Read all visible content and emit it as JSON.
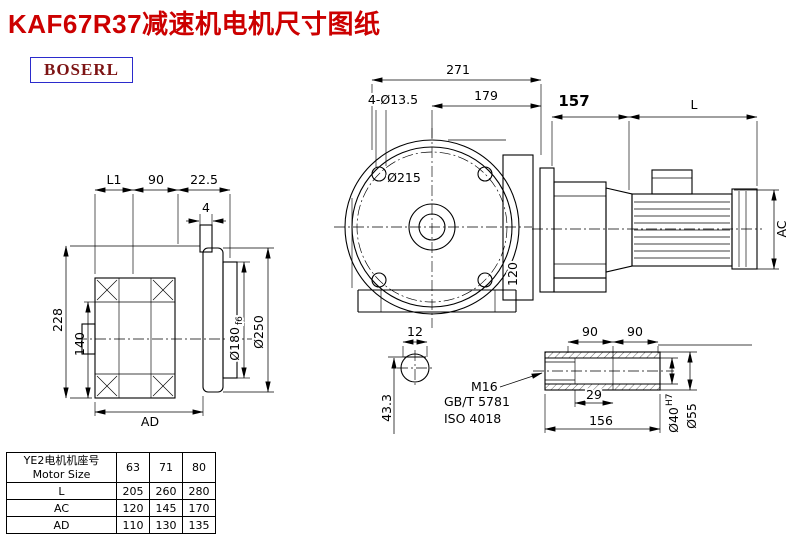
{
  "page": {
    "title": "KAF67R37减速机电机尺寸图纸",
    "logo": "BOSERL"
  },
  "front_view": {
    "dim_271": "271",
    "dim_179": "179",
    "holes": "4-Ø13.5",
    "dia_215": "Ø215",
    "dim_120": "120"
  },
  "side_view": {
    "dim_l1": "L1",
    "dim_90": "90",
    "dim_22_5": "22.5",
    "dim_4": "4",
    "dim_228": "228",
    "dim_140": "140",
    "dim_ad": "AD",
    "dia_180": "Ø180",
    "dia_180_tol": "f6",
    "dia_250": "Ø250"
  },
  "motor_view": {
    "dim_157": "157",
    "dim_l": "L",
    "dim_ac": "AC"
  },
  "key_section": {
    "dim_12": "12",
    "dim_43_3": "43.3"
  },
  "shaft_detail": {
    "dim_90a": "90",
    "dim_90b": "90",
    "thread": "M16",
    "std_gb": "GB/T 5781",
    "std_iso": "ISO 4018",
    "dim_29": "29",
    "dim_156": "156",
    "dia_40": "Ø40",
    "dia_40_tol": "H7",
    "dia_55": "Ø55"
  },
  "table": {
    "header_cn": "YE2电机机座号",
    "header_en": "Motor Size",
    "sizes": [
      "63",
      "71",
      "80"
    ],
    "rows": [
      {
        "label": "L",
        "values": [
          "205",
          "260",
          "280"
        ]
      },
      {
        "label": "AC",
        "values": [
          "120",
          "145",
          "170"
        ]
      },
      {
        "label": "AD",
        "values": [
          "110",
          "130",
          "135"
        ]
      }
    ]
  }
}
